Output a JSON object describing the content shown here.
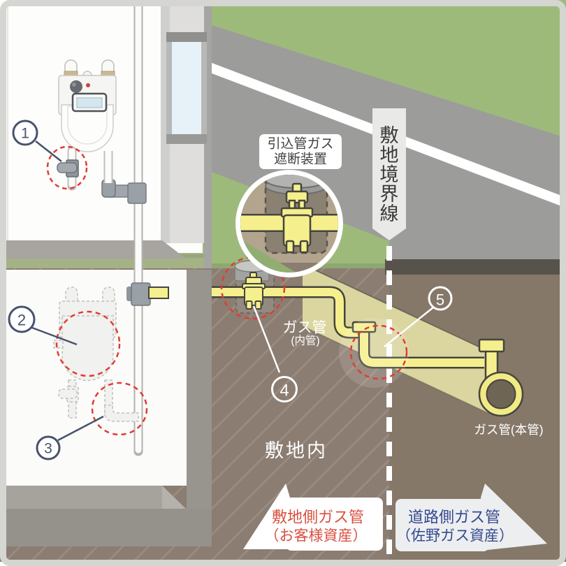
{
  "callout": {
    "line1": "引込管ガス",
    "line2": "遮断装置"
  },
  "boundary_banner": {
    "text": "敷地境界線",
    "chars": [
      "敷",
      "地",
      "境",
      "界",
      "線"
    ]
  },
  "labels": {
    "n1": "1",
    "n2": "2",
    "n3": "3",
    "n4": "4",
    "n5": "5",
    "inner_pipe_main": "ガス管",
    "inner_pipe_sub": "(内管)",
    "main_pipe": "ガス管(本管)",
    "site_area": "敷地内"
  },
  "banners": {
    "left": {
      "line1": "敷地側ガス管",
      "line2": "（お客様資産）",
      "text_color": "#d9503f"
    },
    "right": {
      "line1": "道路側ガス管",
      "line2": "（佐野ガス資産）",
      "text_color": "#34498f"
    }
  },
  "colors": {
    "accent_red_dashed": "#e23c30",
    "label_navy": "#47536b",
    "pipe_yellow": "#f5ef8e",
    "pipe_outline": "#45453d",
    "grass_green": "#9dba7b",
    "road_gray": "#9c9c9a",
    "road_line_white": "#ffffff",
    "site_underground_brown": "#8b7d72",
    "road_underground_brown": "#857869",
    "main_pipe_band_beige": "#dbd5a0",
    "boundary_banner_gray": "#e9e9e7",
    "left_banner_bg": "#ffffff",
    "right_banner_bg": "#eceef0"
  }
}
